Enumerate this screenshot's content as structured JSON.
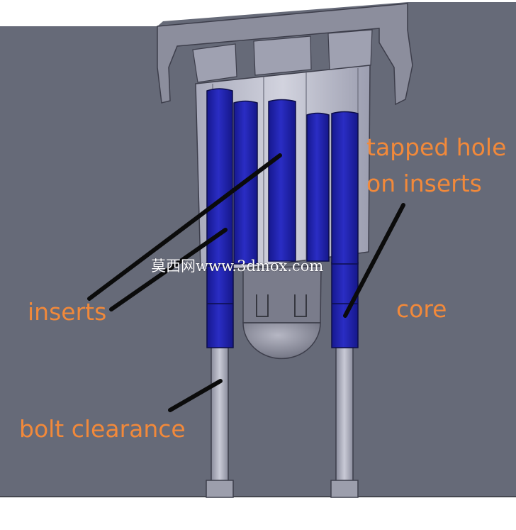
{
  "labels": {
    "tapped_hole_line1": "tapped hole",
    "tapped_hole_line2": "on inserts",
    "inserts": "inserts",
    "core": "core",
    "bolt_clearance": "bolt clearance"
  },
  "watermark": "莫西网www.3dmox.com",
  "colors": {
    "body": "#666a78",
    "insert": "#1c1ea6",
    "label": "#f2893a",
    "leader": "#0b0b0b"
  }
}
